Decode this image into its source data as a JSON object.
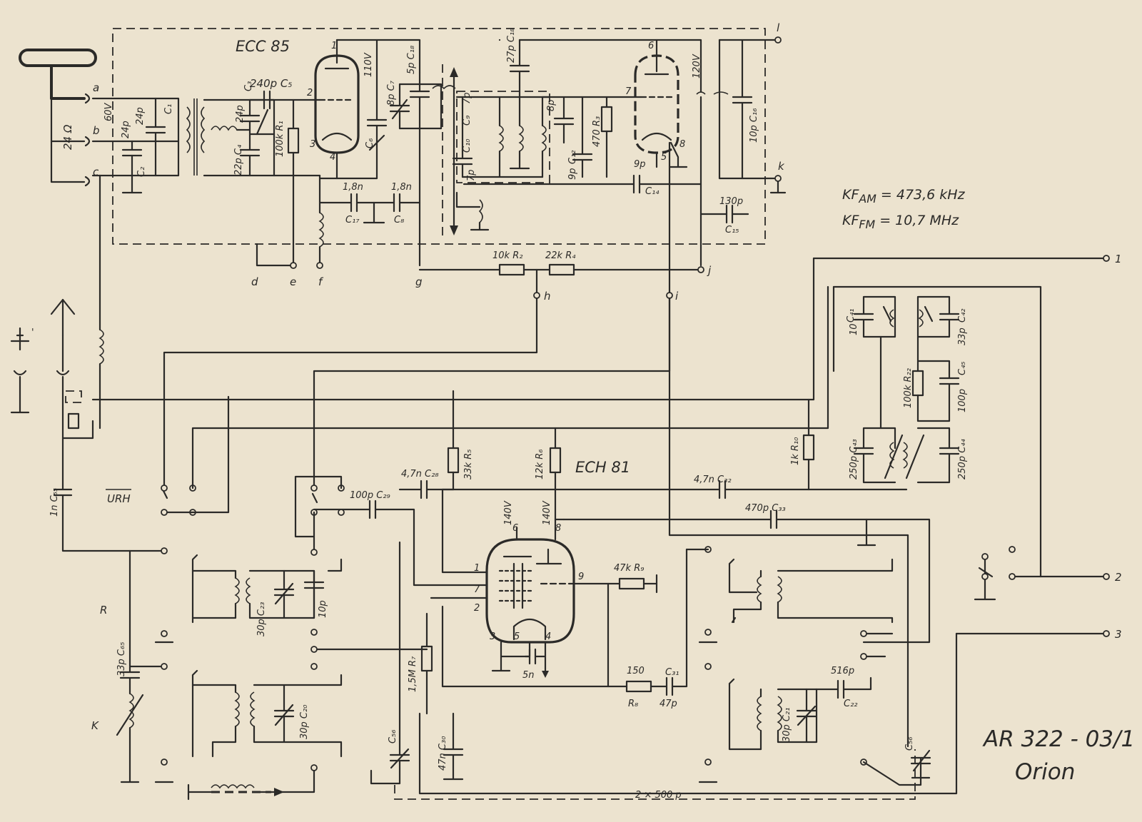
{
  "tubes": {
    "rf": "ECC 85",
    "mixer": "ECH 81"
  },
  "if_freq": {
    "am": "KF<sub>AM</sub> = 473,6 kHz",
    "fm": "KF<sub>FM</sub> = 10,7 MHz"
  },
  "model": {
    "number": "AR 322 - 03/1",
    "name": "Orion"
  },
  "antenna": {
    "impedance": "24 Ω",
    "voltage": "60V",
    "terminals": [
      "a",
      "b",
      "c"
    ]
  },
  "terminals_bottom": [
    "d",
    "e",
    "f",
    "g",
    "h",
    "i",
    "j"
  ],
  "terminals_right": [
    "k",
    "l"
  ],
  "outputs": [
    "1",
    "2",
    "3"
  ],
  "band_labels": {
    "urh": "URH",
    "r": "R",
    "k": "K"
  },
  "voltages": {
    "ecc85_anode1": "110V",
    "ecc85_anode2": "120V",
    "ech81_pin6": "140V",
    "ech81_pin8": "140V"
  },
  "pins": {
    "ecc85_left": [
      "1",
      "2",
      "3",
      "4"
    ],
    "ecc85_right": [
      "6",
      "7",
      "8",
      "5"
    ],
    "ech81": [
      "1",
      "7",
      "2",
      "6",
      "8",
      "9",
      "3",
      "5",
      "4"
    ]
  },
  "resistors": {
    "R1": "100k R₁",
    "R2": "10k R₂",
    "R3": "470 R₃",
    "R4": "22k R₄",
    "R5": "33k R₅",
    "R6": "12k R₆",
    "R7": "1,5M R₇",
    "R8": "150",
    "R8_name": "R₈",
    "R9": "47k R₉",
    "R10": "1k R₁₀",
    "R22": "100k R₂₂"
  },
  "capacitors": {
    "C1_v": "24p",
    "C1": "C₁",
    "C2_v": "24p",
    "C2": "C₂",
    "C3_v": "24p",
    "C3": "C₃",
    "C4": "22p C₄",
    "C5": "240p C₅",
    "C6": "C₆",
    "C7": "8p C₇",
    "C18a": "5p C₁₈",
    "C17_v": "1,8n",
    "C17": "C₁₇",
    "C8_v": "1,8n",
    "C8": "C₈",
    "C9_v": "7p",
    "C9": "C₉",
    "C10_v": "C₁₀",
    "C10": "7p",
    "C11": "8p",
    "C12_v": "9p",
    "C12": "C₁₂",
    "C18b": "27p C₁₈",
    "C14_v": "9p",
    "C14": "C₁₄",
    "C15_v": "130p",
    "C15": "C₁₅",
    "C16": "10p C₁₆",
    "C28": "4,7n C₂₈",
    "C29": "100p C₂₉",
    "C32": "4,7n C₃₂",
    "C33": "470p C₃₃",
    "C41": "C₄₁",
    "C41_v": "10",
    "C42": "C₄₂",
    "C42_v": "33p",
    "C43": "250p C₄₃",
    "C44": "250p C₄₄",
    "C45": "C₄₅",
    "C45_v": "100p",
    "C55": "1n C₅₅",
    "C65": "33p C₆₅",
    "C23": "30p C₂₃",
    "C23b": "10p",
    "C20": "30p C₂₀",
    "C30": "47n C₃₀",
    "C31": "C₃₁",
    "C31_v": "47p",
    "C21": "30p C₂₁",
    "C22": "C₂₂",
    "C22_v": "516p",
    "C56a": "C₅₆",
    "C56b": "C₅₆",
    "C_cathode": "5n",
    "C_gang": "2 × 500 p"
  }
}
